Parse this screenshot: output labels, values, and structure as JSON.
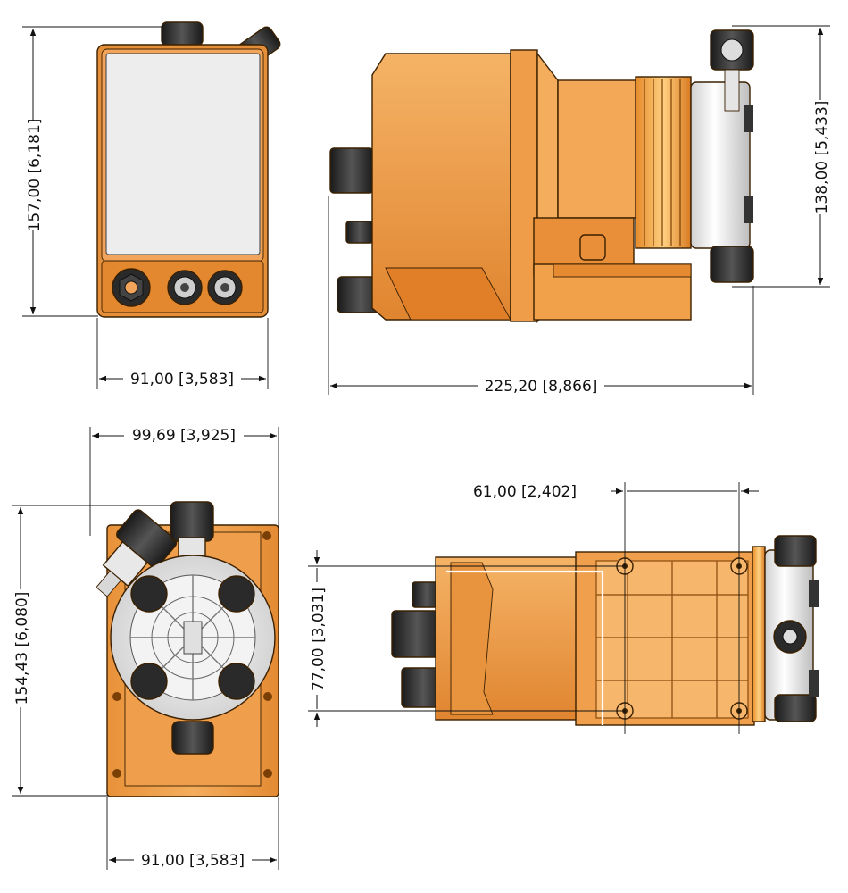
{
  "dimensions": {
    "front_height": "157,00 [6,181]",
    "front_width": "91,00 [3,583]",
    "side_length": "225,20 [8,866]",
    "side_height": "138,00 [5,433]",
    "rear_overall_width": "99,69 [3,925]",
    "rear_height": "154,43 [6,080]",
    "rear_base_width": "91,00 [3,583]",
    "top_hole_spacing_x": "61,00 [2,402]",
    "top_hole_spacing_y": "77,00 [3,031]"
  },
  "colors": {
    "body_orange": "#f0a14a",
    "body_orange_dark": "#c9731f",
    "body_orange_light": "#f7bd72",
    "knob_black": "#2b2b2b",
    "head_white": "#eeeeee",
    "panel_grey": "#ededed"
  }
}
